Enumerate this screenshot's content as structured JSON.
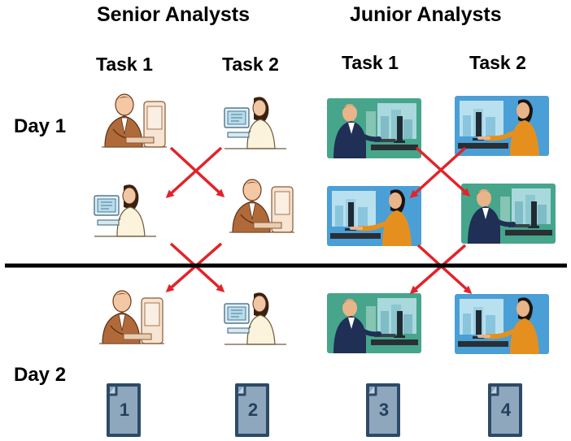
{
  "groups": {
    "senior": {
      "title": "Senior Analysts",
      "task1": "Task 1",
      "task2": "Task 2"
    },
    "junior": {
      "title": "Junior Analysts",
      "task1": "Task 1",
      "task2": "Task 2"
    }
  },
  "days": [
    "Day 1",
    "Day 2"
  ],
  "documents": [
    "1",
    "2",
    "3",
    "4"
  ],
  "colors": {
    "arrow": "#e2232a",
    "divider": "#000000",
    "document_fill": "#8fa7bd",
    "document_stroke": "#2d4a68",
    "junior_bg_green": "#46a58a",
    "junior_bg_blue": "#4a9fd6"
  },
  "figures": [
    {
      "name": "senior-male-analyst-icon",
      "group": "senior",
      "day": 1,
      "task": 1,
      "slot": "top"
    },
    {
      "name": "senior-female-analyst-icon",
      "group": "senior",
      "day": 1,
      "task": 2,
      "slot": "top"
    },
    {
      "name": "senior-female-analyst-icon",
      "group": "senior",
      "day": 1,
      "task": 1,
      "slot": "bottom"
    },
    {
      "name": "senior-male-analyst-icon",
      "group": "senior",
      "day": 1,
      "task": 2,
      "slot": "bottom"
    },
    {
      "name": "senior-male-analyst-icon",
      "group": "senior",
      "day": 2,
      "task": 1,
      "slot": "top"
    },
    {
      "name": "senior-female-analyst-icon",
      "group": "senior",
      "day": 2,
      "task": 2,
      "slot": "top"
    },
    {
      "name": "junior-male-analyst-icon",
      "group": "junior",
      "day": 1,
      "task": 1,
      "slot": "top"
    },
    {
      "name": "junior-female-analyst-icon",
      "group": "junior",
      "day": 1,
      "task": 2,
      "slot": "top"
    },
    {
      "name": "junior-female-analyst-icon",
      "group": "junior",
      "day": 1,
      "task": 1,
      "slot": "bottom"
    },
    {
      "name": "junior-male-analyst-icon",
      "group": "junior",
      "day": 1,
      "task": 2,
      "slot": "bottom"
    },
    {
      "name": "junior-male-analyst-icon",
      "group": "junior",
      "day": 2,
      "task": 1,
      "slot": "top"
    },
    {
      "name": "junior-female-analyst-icon",
      "group": "junior",
      "day": 2,
      "task": 2,
      "slot": "top"
    }
  ]
}
